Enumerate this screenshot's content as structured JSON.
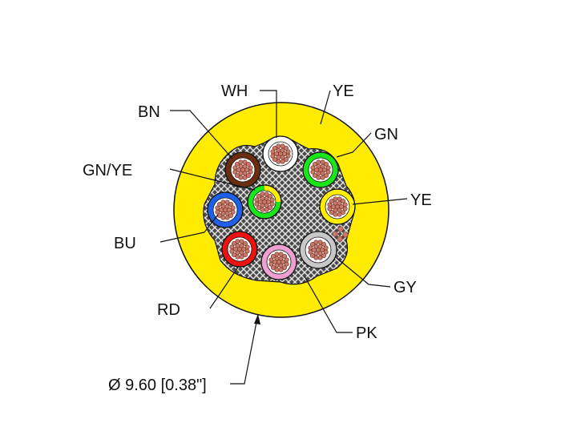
{
  "diagram": {
    "colors": {
      "jacket": "#ffec00",
      "filler": "#6e6e6e",
      "copper": "#c97a6a",
      "copper_dark": "#7a3a30",
      "outline": "#111111"
    },
    "conductors": [
      {
        "id": "wh",
        "label": "WH",
        "color": "#ffffff"
      },
      {
        "id": "gn",
        "label": "GN",
        "color": "#19e619"
      },
      {
        "id": "ye",
        "label": "YE",
        "color": "#ffee00"
      },
      {
        "id": "gy",
        "label": "GY",
        "color": "#c8c8c8"
      },
      {
        "id": "pk",
        "label": "PK",
        "color": "#f0a0d0"
      },
      {
        "id": "rd",
        "label": "RD",
        "color": "#ee1111"
      },
      {
        "id": "bu",
        "label": "BU",
        "color": "#2060e8"
      },
      {
        "id": "bn",
        "label": "BN",
        "color": "#6b2d10"
      },
      {
        "id": "gnye",
        "label": "GN/YE",
        "color": "#19e619",
        "stripe": "#ffee00"
      }
    ],
    "jacket_label": "YE",
    "diameter_label": "Ø 9.60 [0.38\"]"
  }
}
